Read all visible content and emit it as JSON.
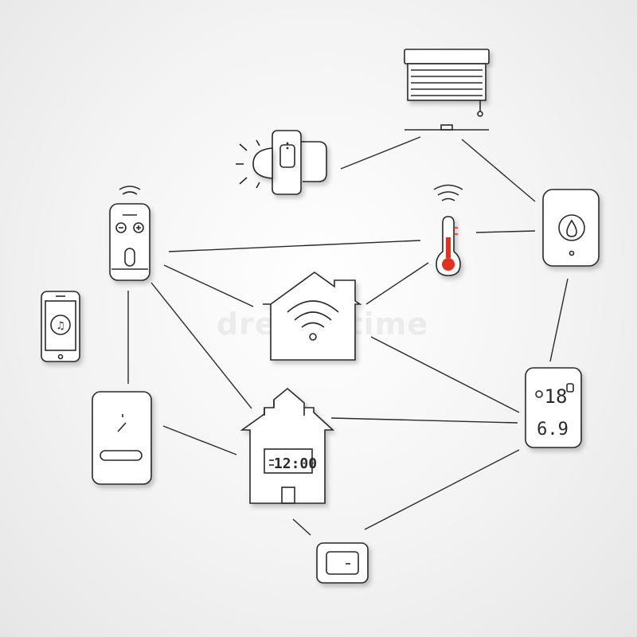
{
  "watermark": "dreamstime",
  "devices": [
    {
      "id": "window-blinds"
    },
    {
      "id": "door-sensor"
    },
    {
      "id": "remote-control"
    },
    {
      "id": "thermometer-sensor"
    },
    {
      "id": "water-leak-sensor"
    },
    {
      "id": "smartphone"
    },
    {
      "id": "wifi-home-hub"
    },
    {
      "id": "wall-switch"
    },
    {
      "id": "home-clock-display"
    },
    {
      "id": "temperature-humidity-display"
    },
    {
      "id": "light-switch-plate"
    }
  ],
  "clock_display": {
    "time": "12:00"
  },
  "climate_display": {
    "top_value": "18",
    "bottom_value": "6.9"
  },
  "colors": {
    "line": "#2a2a2a",
    "thermometer_accent": "#e2321f"
  }
}
